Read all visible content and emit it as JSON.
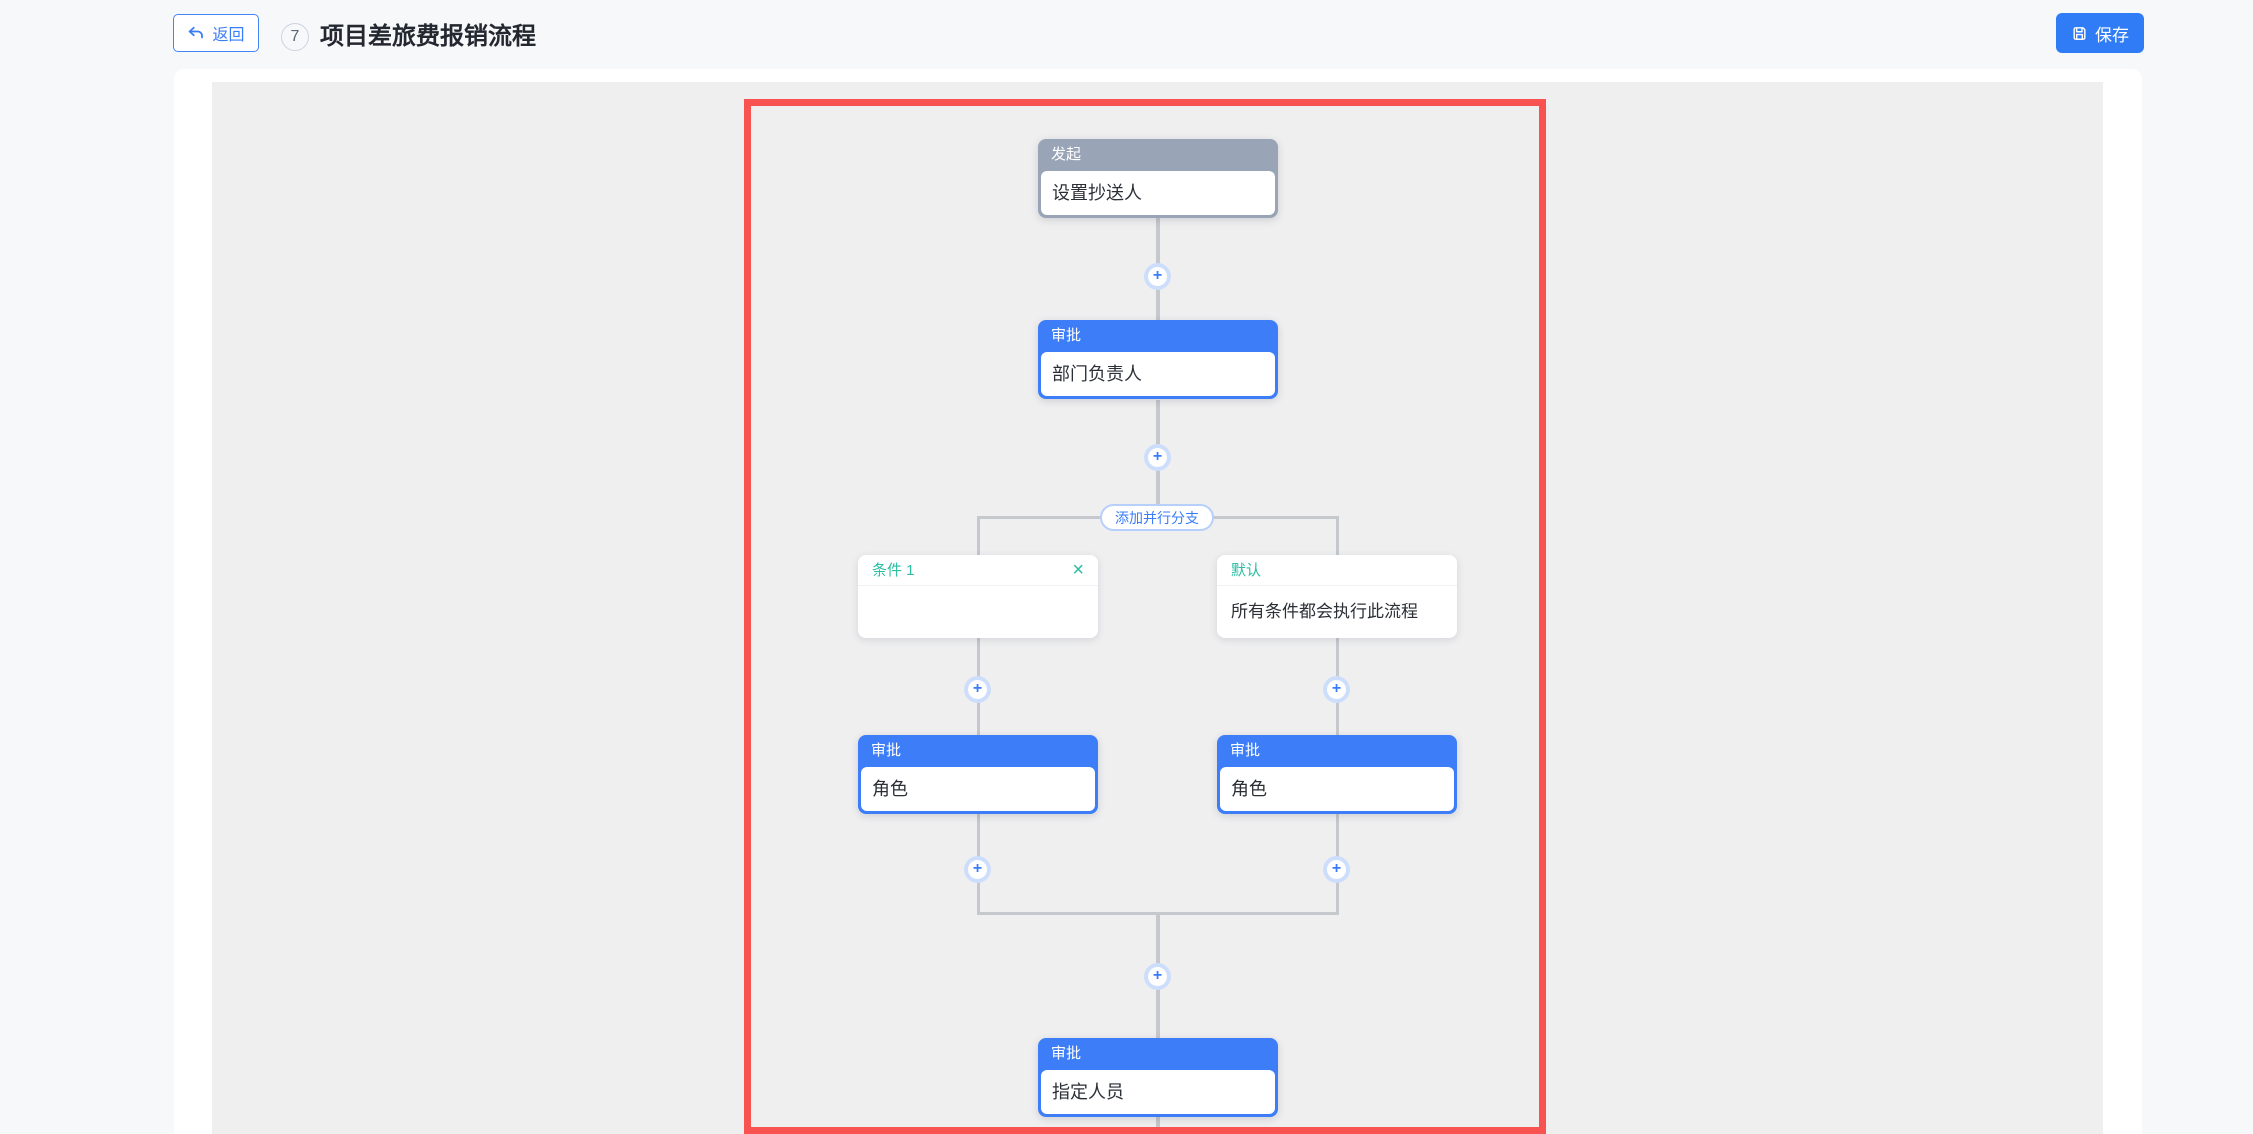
{
  "header": {
    "back_label": "返回",
    "step_badge": "7",
    "title": "项目差旅费报销流程",
    "save_label": "保存"
  },
  "flow": {
    "plus_symbol": "+",
    "close_symbol": "×",
    "add_branch_label": "添加并行分支",
    "nodes": {
      "start": {
        "type_label": "发起",
        "content": "设置抄送人"
      },
      "approver1": {
        "type_label": "审批",
        "content": "部门负责人"
      },
      "condition1": {
        "label": "条件 1",
        "content": ""
      },
      "condition_default": {
        "label": "默认",
        "content": "所有条件都会执行此流程"
      },
      "role_left": {
        "type_label": "审批",
        "content": "角色"
      },
      "role_right": {
        "type_label": "审批",
        "content": "角色"
      },
      "final": {
        "type_label": "审批",
        "content": "指定人员"
      }
    }
  },
  "colors": {
    "approve_blue": "#3d7ef8",
    "start_gray": "#99a4b7",
    "condition_teal": "#2cbda2",
    "selection_red": "#f95351",
    "line_gray": "#c5c8cd",
    "primary_button_blue": "#2f7cf6",
    "canvas_gray": "#efeff0",
    "page_background": "#f7f8fa"
  }
}
